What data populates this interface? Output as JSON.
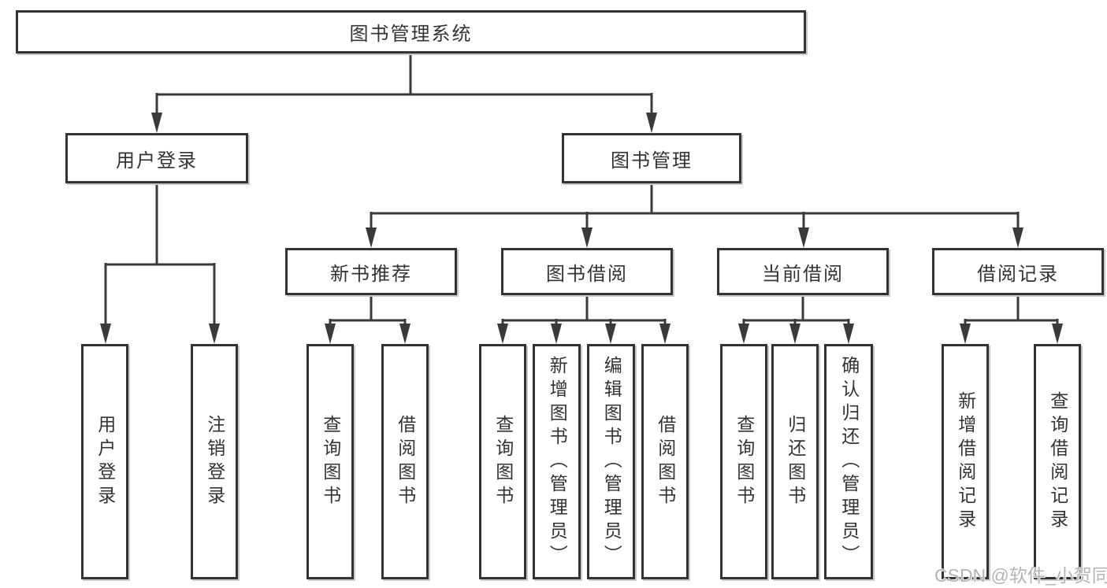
{
  "tree": {
    "root": "图书管理系统",
    "children": [
      {
        "label": "用户登录",
        "children": [
          {
            "label": "用户登录"
          },
          {
            "label": "注销登录"
          }
        ]
      },
      {
        "label": "图书管理",
        "children": [
          {
            "label": "新书推荐",
            "children": [
              {
                "label": "查询图书"
              },
              {
                "label": "借阅图书"
              }
            ]
          },
          {
            "label": "图书借阅",
            "children": [
              {
                "label": "查询图书"
              },
              {
                "label": "新增图书（管理员）"
              },
              {
                "label": "编辑图书（管理员）"
              },
              {
                "label": "借阅图书"
              }
            ]
          },
          {
            "label": "当前借阅",
            "children": [
              {
                "label": "查询图书"
              },
              {
                "label": "归还图书"
              },
              {
                "label": "确认归还（管理员）"
              }
            ]
          },
          {
            "label": "借阅记录",
            "children": [
              {
                "label": "新增借阅记录"
              },
              {
                "label": "查询借阅记录"
              }
            ]
          }
        ]
      }
    ]
  },
  "watermark": {
    "text": "CSDN @软件_小贺同学"
  },
  "colors": {
    "background": "#ffffff",
    "box_fill": "#ffffff",
    "box_border": "#333333",
    "line": "#3a3a3a",
    "text": "#333333",
    "watermark": "#b4b4b4"
  }
}
